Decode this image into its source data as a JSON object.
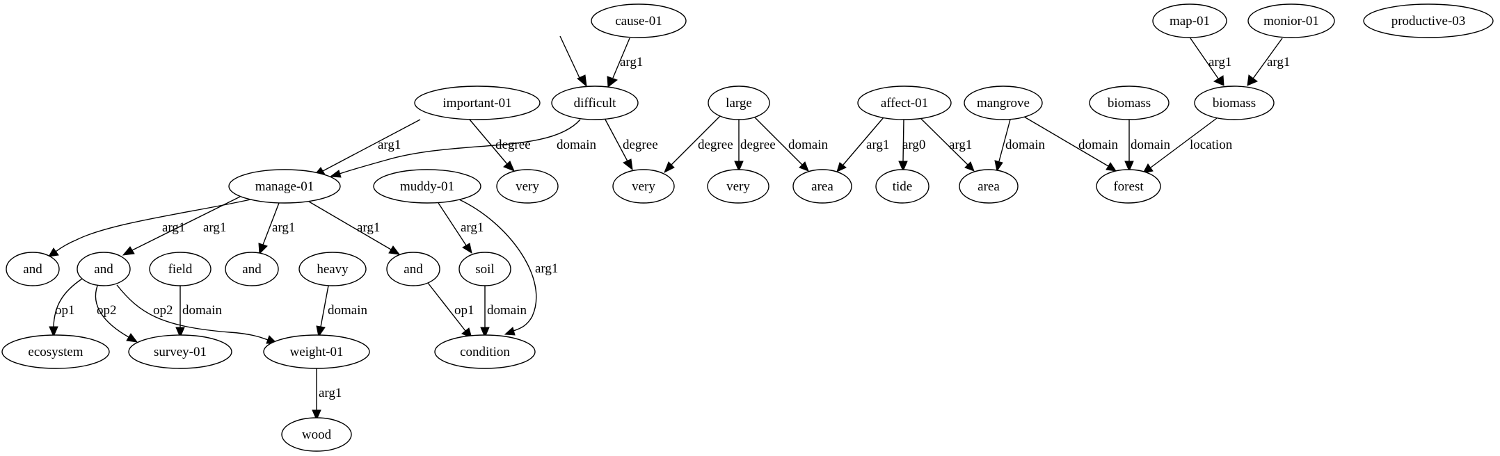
{
  "nodes": [
    {
      "id": "n_cause",
      "label": "cause-01"
    },
    {
      "id": "n_map",
      "label": "map-01"
    },
    {
      "id": "n_monior",
      "label": "monior-01"
    },
    {
      "id": "n_productive",
      "label": "productive-03"
    },
    {
      "id": "n_important",
      "label": "important-01"
    },
    {
      "id": "n_difficult",
      "label": "difficult"
    },
    {
      "id": "n_large",
      "label": "large"
    },
    {
      "id": "n_affect",
      "label": "affect-01"
    },
    {
      "id": "n_mangrove",
      "label": "mangrove"
    },
    {
      "id": "n_biomass1",
      "label": "biomass"
    },
    {
      "id": "n_biomass2",
      "label": "biomass"
    },
    {
      "id": "n_manage",
      "label": "manage-01"
    },
    {
      "id": "n_muddy",
      "label": "muddy-01"
    },
    {
      "id": "n_very1",
      "label": "very"
    },
    {
      "id": "n_very2",
      "label": "very"
    },
    {
      "id": "n_very3",
      "label": "very"
    },
    {
      "id": "n_area1",
      "label": "area"
    },
    {
      "id": "n_tide",
      "label": "tide"
    },
    {
      "id": "n_area2",
      "label": "area"
    },
    {
      "id": "n_forest",
      "label": "forest"
    },
    {
      "id": "n_and1",
      "label": "and"
    },
    {
      "id": "n_and2",
      "label": "and"
    },
    {
      "id": "n_field",
      "label": "field"
    },
    {
      "id": "n_and3",
      "label": "and"
    },
    {
      "id": "n_heavy",
      "label": "heavy"
    },
    {
      "id": "n_and4",
      "label": "and"
    },
    {
      "id": "n_soil",
      "label": "soil"
    },
    {
      "id": "n_ecosystem",
      "label": "ecosystem"
    },
    {
      "id": "n_survey",
      "label": "survey-01"
    },
    {
      "id": "n_weight",
      "label": "weight-01"
    },
    {
      "id": "n_condition",
      "label": "condition"
    },
    {
      "id": "n_wood",
      "label": "wood"
    }
  ],
  "edges": [
    {
      "id": "e_dangling_difficult",
      "from": "",
      "to": "n_difficult",
      "label": ""
    },
    {
      "id": "e_cause_difficult",
      "from": "n_cause",
      "to": "n_difficult",
      "label": "arg1"
    },
    {
      "id": "e_map_biomass2",
      "from": "n_map",
      "to": "n_biomass2",
      "label": "arg1"
    },
    {
      "id": "e_monior_biomass2",
      "from": "n_monior",
      "to": "n_biomass2",
      "label": "arg1"
    },
    {
      "id": "e_important_manage",
      "from": "n_important",
      "to": "n_manage",
      "label": "arg1"
    },
    {
      "id": "e_important_very1",
      "from": "n_important",
      "to": "n_very1",
      "label": "degree"
    },
    {
      "id": "e_difficult_manage",
      "from": "n_difficult",
      "to": "n_manage",
      "label": "domain"
    },
    {
      "id": "e_difficult_very2",
      "from": "n_difficult",
      "to": "n_very2",
      "label": "degree"
    },
    {
      "id": "e_large_very2",
      "from": "n_large",
      "to": "n_very2",
      "label": "degree"
    },
    {
      "id": "e_large_very3",
      "from": "n_large",
      "to": "n_very3",
      "label": "degree"
    },
    {
      "id": "e_large_area1",
      "from": "n_large",
      "to": "n_area1",
      "label": "domain"
    },
    {
      "id": "e_affect_area1",
      "from": "n_affect",
      "to": "n_area1",
      "label": "arg1"
    },
    {
      "id": "e_affect_tide",
      "from": "n_affect",
      "to": "n_tide",
      "label": "arg0"
    },
    {
      "id": "e_affect_area2",
      "from": "n_affect",
      "to": "n_area2",
      "label": "arg1"
    },
    {
      "id": "e_mangrove_area2",
      "from": "n_mangrove",
      "to": "n_area2",
      "label": "domain"
    },
    {
      "id": "e_mangrove_forest",
      "from": "n_mangrove",
      "to": "n_forest",
      "label": "domain"
    },
    {
      "id": "e_biomass1_forest",
      "from": "n_biomass1",
      "to": "n_forest",
      "label": "domain"
    },
    {
      "id": "e_biomass2_forest",
      "from": "n_biomass2",
      "to": "n_forest",
      "label": "location"
    },
    {
      "id": "e_manage_and1",
      "from": "n_manage",
      "to": "n_and1",
      "label": "arg1"
    },
    {
      "id": "e_manage_and2",
      "from": "n_manage",
      "to": "n_and2",
      "label": "arg1"
    },
    {
      "id": "e_manage_and3",
      "from": "n_manage",
      "to": "n_and3",
      "label": "arg1"
    },
    {
      "id": "e_manage_and4",
      "from": "n_manage",
      "to": "n_and4",
      "label": "arg1"
    },
    {
      "id": "e_muddy_soil",
      "from": "n_muddy",
      "to": "n_soil",
      "label": "arg1"
    },
    {
      "id": "e_muddy_condition",
      "from": "n_muddy",
      "to": "n_condition",
      "label": "arg1"
    },
    {
      "id": "e_and2_ecosystem",
      "from": "n_and2",
      "to": "n_ecosystem",
      "label": "op1"
    },
    {
      "id": "e_and2_survey",
      "from": "n_and2",
      "to": "n_survey",
      "label": "op2"
    },
    {
      "id": "e_and2_weight",
      "from": "n_and2",
      "to": "n_weight",
      "label": "op2"
    },
    {
      "id": "e_field_survey",
      "from": "n_field",
      "to": "n_survey",
      "label": "domain"
    },
    {
      "id": "e_heavy_weight",
      "from": "n_heavy",
      "to": "n_weight",
      "label": "domain"
    },
    {
      "id": "e_and4_condition",
      "from": "n_and4",
      "to": "n_condition",
      "label": "op1"
    },
    {
      "id": "e_soil_condition",
      "from": "n_soil",
      "to": "n_condition",
      "label": "domain"
    },
    {
      "id": "e_weight_wood",
      "from": "n_weight",
      "to": "n_wood",
      "label": "arg1"
    }
  ]
}
